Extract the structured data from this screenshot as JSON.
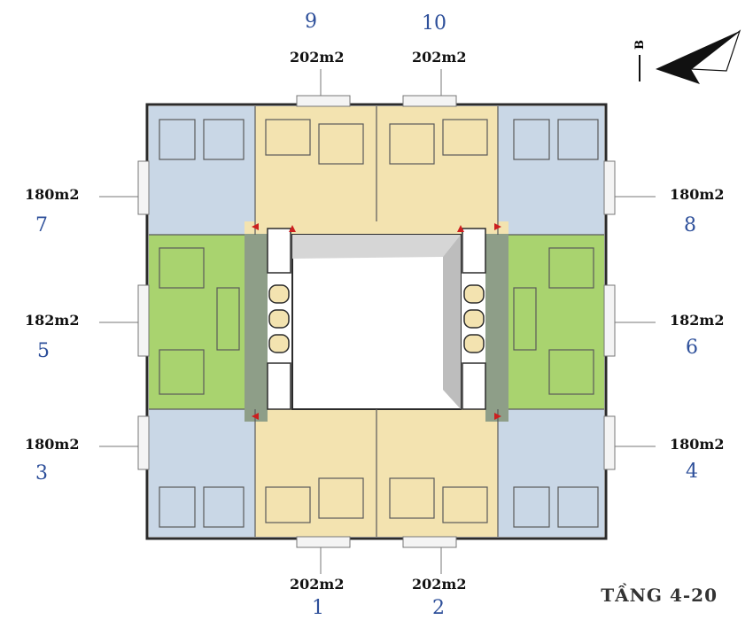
{
  "floor_title": "TẦNG 4-20",
  "compass_label": "B",
  "units": [
    {
      "num": "1",
      "area": "202m2"
    },
    {
      "num": "2",
      "area": "202m2"
    },
    {
      "num": "3",
      "area": "180m2"
    },
    {
      "num": "4",
      "area": "180m2"
    },
    {
      "num": "5",
      "area": "182m2"
    },
    {
      "num": "6",
      "area": "182m2"
    },
    {
      "num": "7",
      "area": "180m2"
    },
    {
      "num": "8",
      "area": "180m2"
    },
    {
      "num": "9",
      "area": "202m2"
    },
    {
      "num": "10",
      "area": "202m2"
    }
  ],
  "colors": {
    "yellow_unit": "#f3e3b0",
    "blue_unit": "#c9d7e6",
    "green_unit": "#a9d36f",
    "corridor": "#8e9e88",
    "wall": "#2b2b2b",
    "label_blue": "#2d4f9a"
  }
}
